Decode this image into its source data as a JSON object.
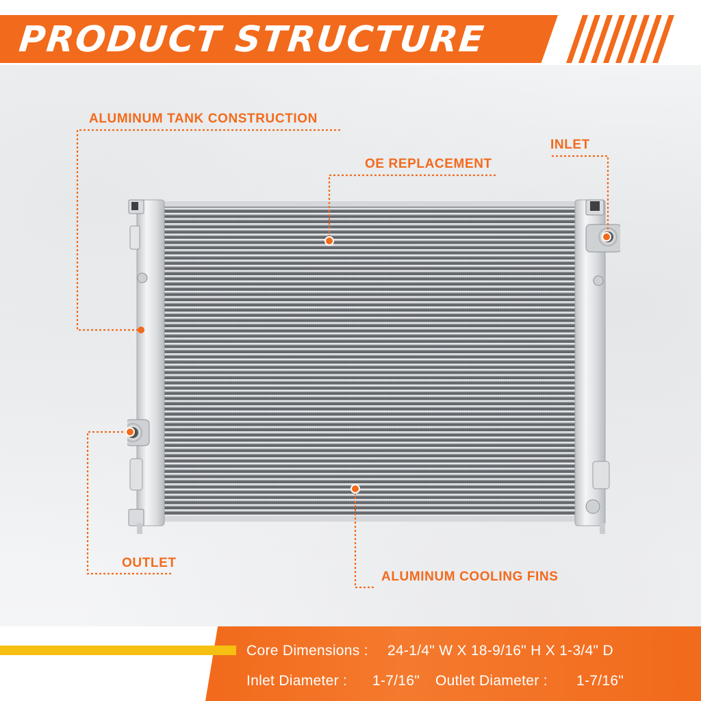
{
  "header": {
    "title": "PRODUCT STRUCTURE"
  },
  "callouts": {
    "aluminum_tank": "ALUMINUM TANK CONSTRUCTION",
    "oe_replacement": "OE REPLACEMENT",
    "inlet": "INLET",
    "outlet": "OUTLET",
    "cooling_fins": "ALUMINUM COOLING FINS"
  },
  "specs": {
    "core_label": "Core Dimensions :",
    "core_value": "24-1/4\" W X 18-9/16\" H X 1-3/4\" D",
    "inlet_label": "Inlet Diameter :",
    "inlet_value": "1-7/16\"",
    "outlet_label": "Outlet Diameter :",
    "outlet_value": "1-7/16\""
  },
  "colors": {
    "accent": "#f26a1b",
    "stripe": "#f6c012",
    "metal": "#d7d9dc"
  }
}
